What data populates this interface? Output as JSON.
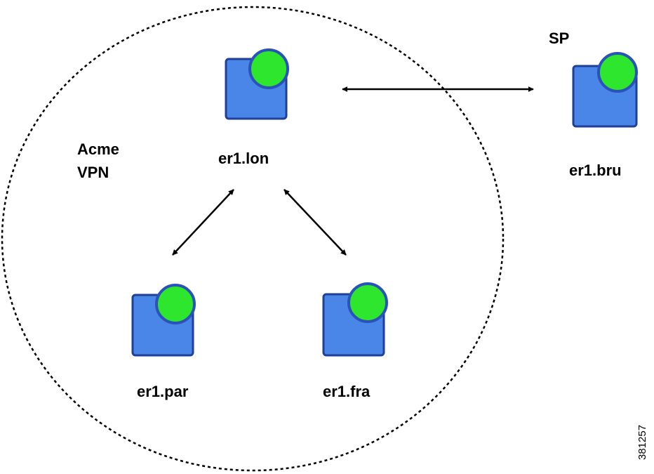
{
  "groups": {
    "vpn": {
      "label_line1": "Acme",
      "label_line2": "VPN"
    },
    "sp": {
      "label": "SP"
    }
  },
  "routers": {
    "lon": {
      "label": "er1.lon"
    },
    "par": {
      "label": "er1.par"
    },
    "fra": {
      "label": "er1.fra"
    },
    "bru": {
      "label": "er1.bru"
    }
  },
  "figure_id": "381257",
  "colors": {
    "router_fill": "#4A86E8",
    "router_stroke": "#1F3F99",
    "status_fill": "#2EE62E",
    "status_stroke": "#2A52B8",
    "line": "#000000"
  }
}
